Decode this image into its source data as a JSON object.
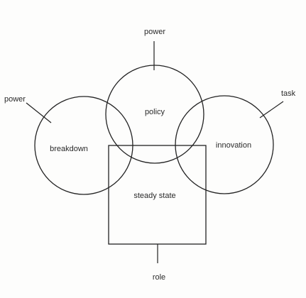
{
  "diagram": {
    "circles": {
      "policy": "policy",
      "breakdown": "breakdown",
      "innovation": "innovation"
    },
    "box": {
      "steady_state": "steady state"
    },
    "pointer_labels": {
      "top_power": "power",
      "left_power": "power",
      "task": "task",
      "role": "role"
    },
    "colors": {
      "ink": "#222222",
      "paper": "#fdfdfc"
    }
  }
}
